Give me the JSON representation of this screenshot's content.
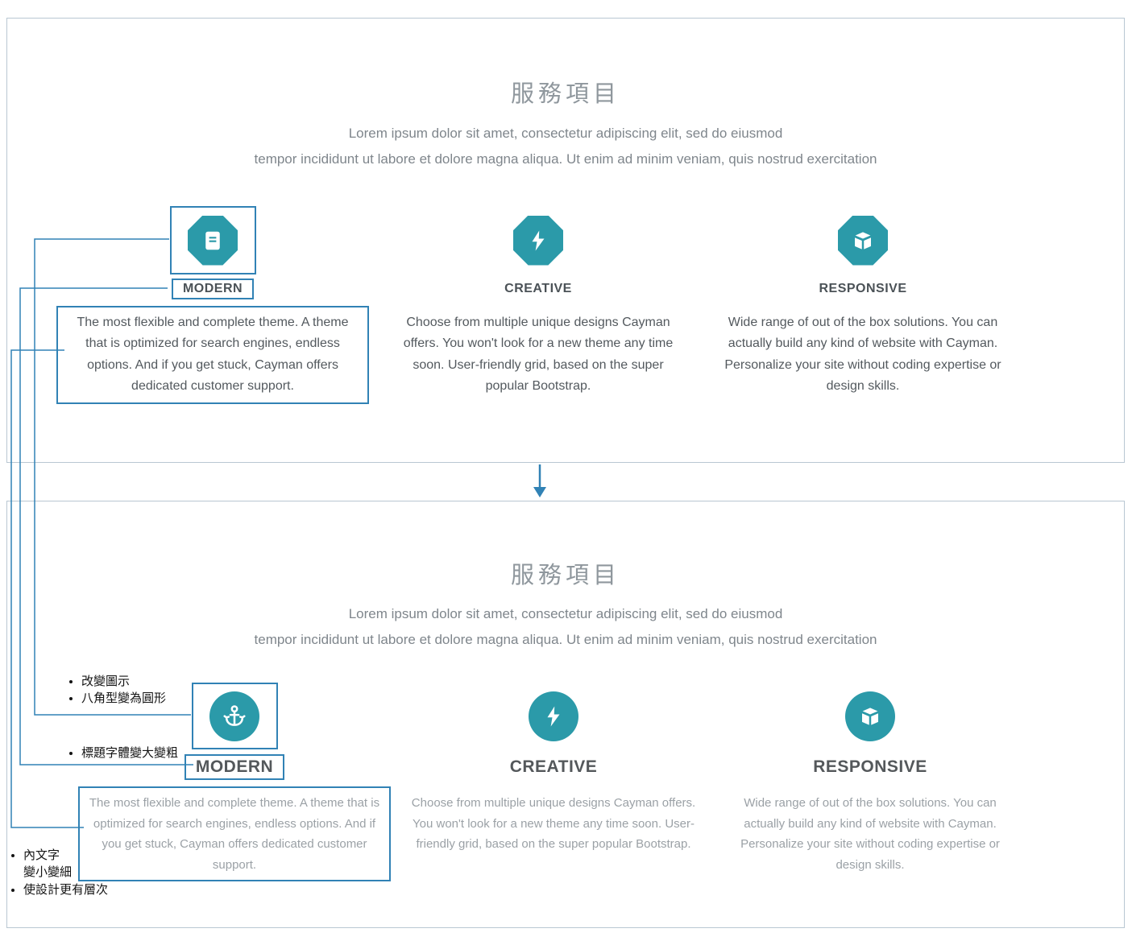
{
  "colors": {
    "icon_teal": "#2b9aa9",
    "annotation_blue": "#3182b5",
    "panel_border": "#b9c7d2",
    "title_gray": "#8f979d"
  },
  "before": {
    "title": "服務項目",
    "subtitle_line1": "Lorem ipsum dolor sit amet, consectetur adipiscing elit, sed do eiusmod",
    "subtitle_line2": "tempor incididunt ut labore et dolore magna aliqua. Ut enim ad minim veniam, quis nostrud exercitation",
    "columns": [
      {
        "icon": "book-icon",
        "shape": "octagon",
        "label": "MODERN",
        "text": "The most flexible and complete theme. A theme that is optimized for search engines, endless options. And if you get stuck, Cayman offers dedicated customer support."
      },
      {
        "icon": "lightning-icon",
        "shape": "octagon",
        "label": "CREATIVE",
        "text": "Choose from multiple unique designs Cayman offers. You won't look for a new theme any time soon. User-friendly grid, based on the super popular Bootstrap."
      },
      {
        "icon": "open-box-icon",
        "shape": "octagon",
        "label": "RESPONSIVE",
        "text": "Wide range of out of the box solutions. You can actually build any kind of website with Cayman. Personalize your site without coding expertise or design skills."
      }
    ]
  },
  "after": {
    "title": "服務項目",
    "subtitle_line1": "Lorem ipsum dolor sit amet, consectetur adipiscing elit, sed do eiusmod",
    "subtitle_line2": "tempor incididunt ut labore et dolore magna aliqua. Ut enim ad minim veniam, quis nostrud exercitation",
    "columns": [
      {
        "icon": "anchor-icon",
        "shape": "circle",
        "label": "MODERN",
        "text": "The most flexible and complete theme. A theme that is optimized for search engines, endless options. And if you get stuck, Cayman offers dedicated customer support."
      },
      {
        "icon": "lightning-icon",
        "shape": "circle",
        "label": "CREATIVE",
        "text": "Choose from multiple unique designs Cayman offers. You won't look for a new theme any time soon. User-friendly grid, based on the super popular Bootstrap."
      },
      {
        "icon": "open-box-icon",
        "shape": "circle",
        "label": "RESPONSIVE",
        "text": "Wide range of out of the box solutions. You can actually build any kind of website with Cayman. Personalize your site without coding expertise or design skills."
      }
    ]
  },
  "annotations": {
    "icon_note_1": "改變圖示",
    "icon_note_2": "八角型變為圓形",
    "title_note": "標題字體變大變粗",
    "body_note_line1": "內文字",
    "body_note_line2": "變小變細",
    "body_note_2": "使設計更有層次"
  }
}
